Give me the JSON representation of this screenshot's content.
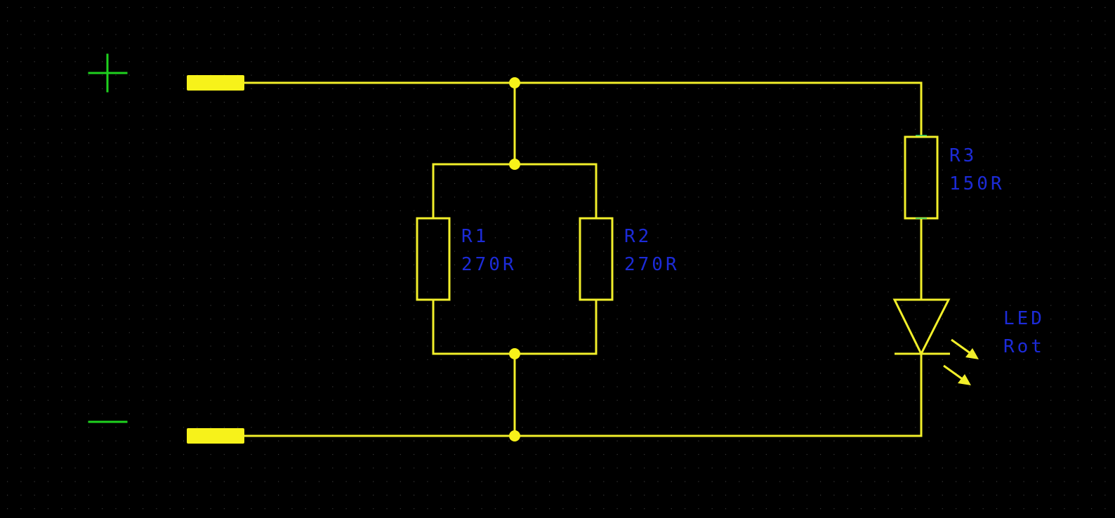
{
  "colors": {
    "background": "#000000",
    "grid_dot": "#3a3a3a",
    "wire": "#f2ef2a",
    "label": "#1c2bd8",
    "polarity_marker": "#1fd21f"
  },
  "polarity": {
    "positive_marker": "plus-icon",
    "negative_marker": "minus-icon"
  },
  "components": {
    "r1": {
      "ref": "R1",
      "value": "270R"
    },
    "r2": {
      "ref": "R2",
      "value": "270R"
    },
    "r3": {
      "ref": "R3",
      "value": "150R"
    },
    "led": {
      "ref": "LED",
      "value": "Rot"
    }
  }
}
